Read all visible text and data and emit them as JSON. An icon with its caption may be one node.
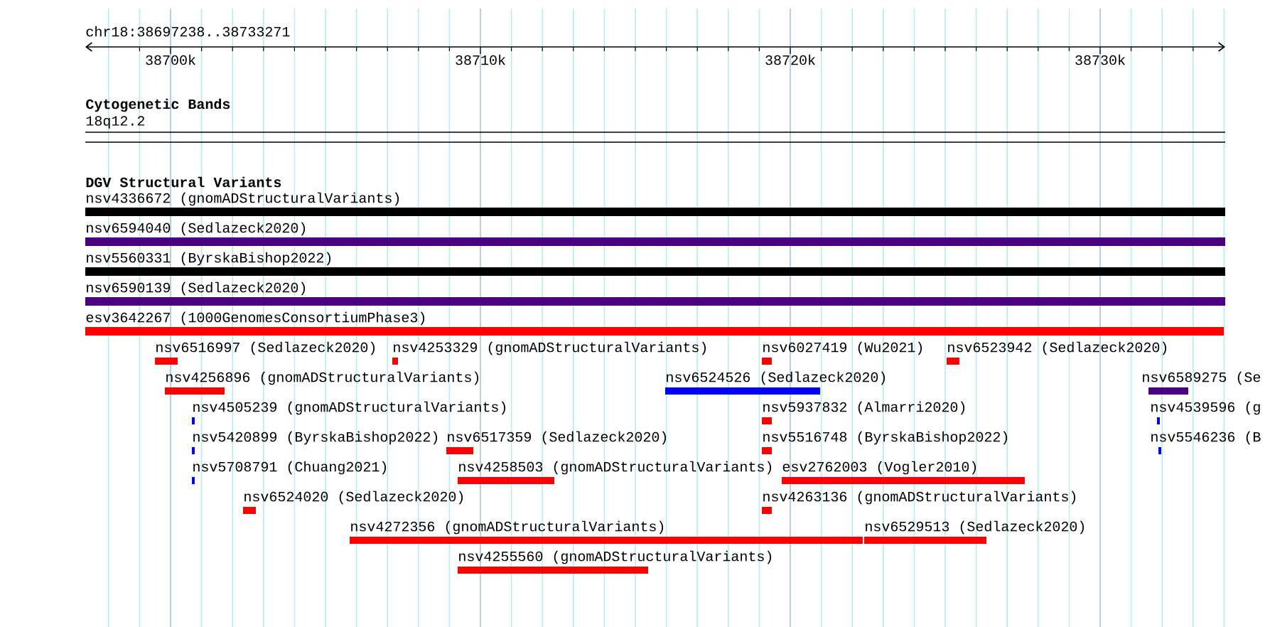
{
  "diagram": {
    "nodes": [
      {
        "text": [
          "nsv4336672 (gnomADStructuralVariants)"
        ]
      },
      {
        "text": [
          "nsv6594040 (Sedlazeck2020)"
        ]
      },
      {
        "text": [
          "nsv5560331 (ByrskaBishop2022)"
        ]
      },
      {
        "text": [
          "nsv6590139 (Sedlazeck2020)"
        ]
      },
      {
        "text": [
          "esv3642267 (1000GenomesConsortiumPhase3)"
        ]
      },
      {
        "text": [
          "nsv6516997 (Sedlazeck2020)"
        ]
      },
      {
        "text": [
          "nsv4253329 (gnomADStructuralVariants)"
        ]
      },
      {
        "text": [
          "nsv6027419 (Wu2021)"
        ]
      },
      {
        "text": [
          "nsv6523942 (Sedlazeck2020)"
        ]
      },
      {
        "text": [
          "nsv4256896 (gnomADStructuralVariants)"
        ]
      },
      {
        "text": [
          "nsv6524526 (Sedlazeck2020)"
        ]
      },
      {
        "text": [
          "nsv6589275 (Se"
        ]
      },
      {
        "text": [
          "nsv4505239 (gnomADStructuralVariants)"
        ]
      },
      {
        "text": [
          "nsv5937832 (Almarri2020)"
        ]
      },
      {
        "text": [
          "nsv4539596 (g"
        ]
      },
      {
        "text": [
          "nsv5420899 (ByrskaBishop2022)"
        ]
      },
      {
        "text": [
          "nsv6517359 (Sedlazeck2020)"
        ]
      },
      {
        "text": [
          "nsv5516748 (ByrskaBishop2022)"
        ]
      },
      {
        "text": [
          "nsv5546236 (B"
        ]
      },
      {
        "text": [
          "nsv5708791 (Chuang2021)"
        ]
      },
      {
        "text": [
          "nsv4258503 (gnomADStructuralVariants)"
        ]
      },
      {
        "text": [
          "esv2762003 (Vogler2010)"
        ]
      },
      {
        "text": [
          "nsv6524020 (Sedlazeck2020)"
        ]
      },
      {
        "text": [
          "nsv4263136 (gnomADStructuralVariants)"
        ]
      },
      {
        "text": [
          "nsv4272356 (gnomADStructuralVariants)"
        ]
      },
      {
        "text": [
          "nsv6529513 (Sedlazeck2020)"
        ]
      },
      {
        "text": [
          "nsv4255560 (gnomADStructuralVariants)"
        ]
      }
    ],
    "labels": [
      "chr18:38697238..38733271",
      "38700k",
      "38710k",
      "38720k",
      "38730k",
      "Cytogenetic Bands",
      "18q12.2",
      "DGV Structural Variants"
    ]
  }
}
